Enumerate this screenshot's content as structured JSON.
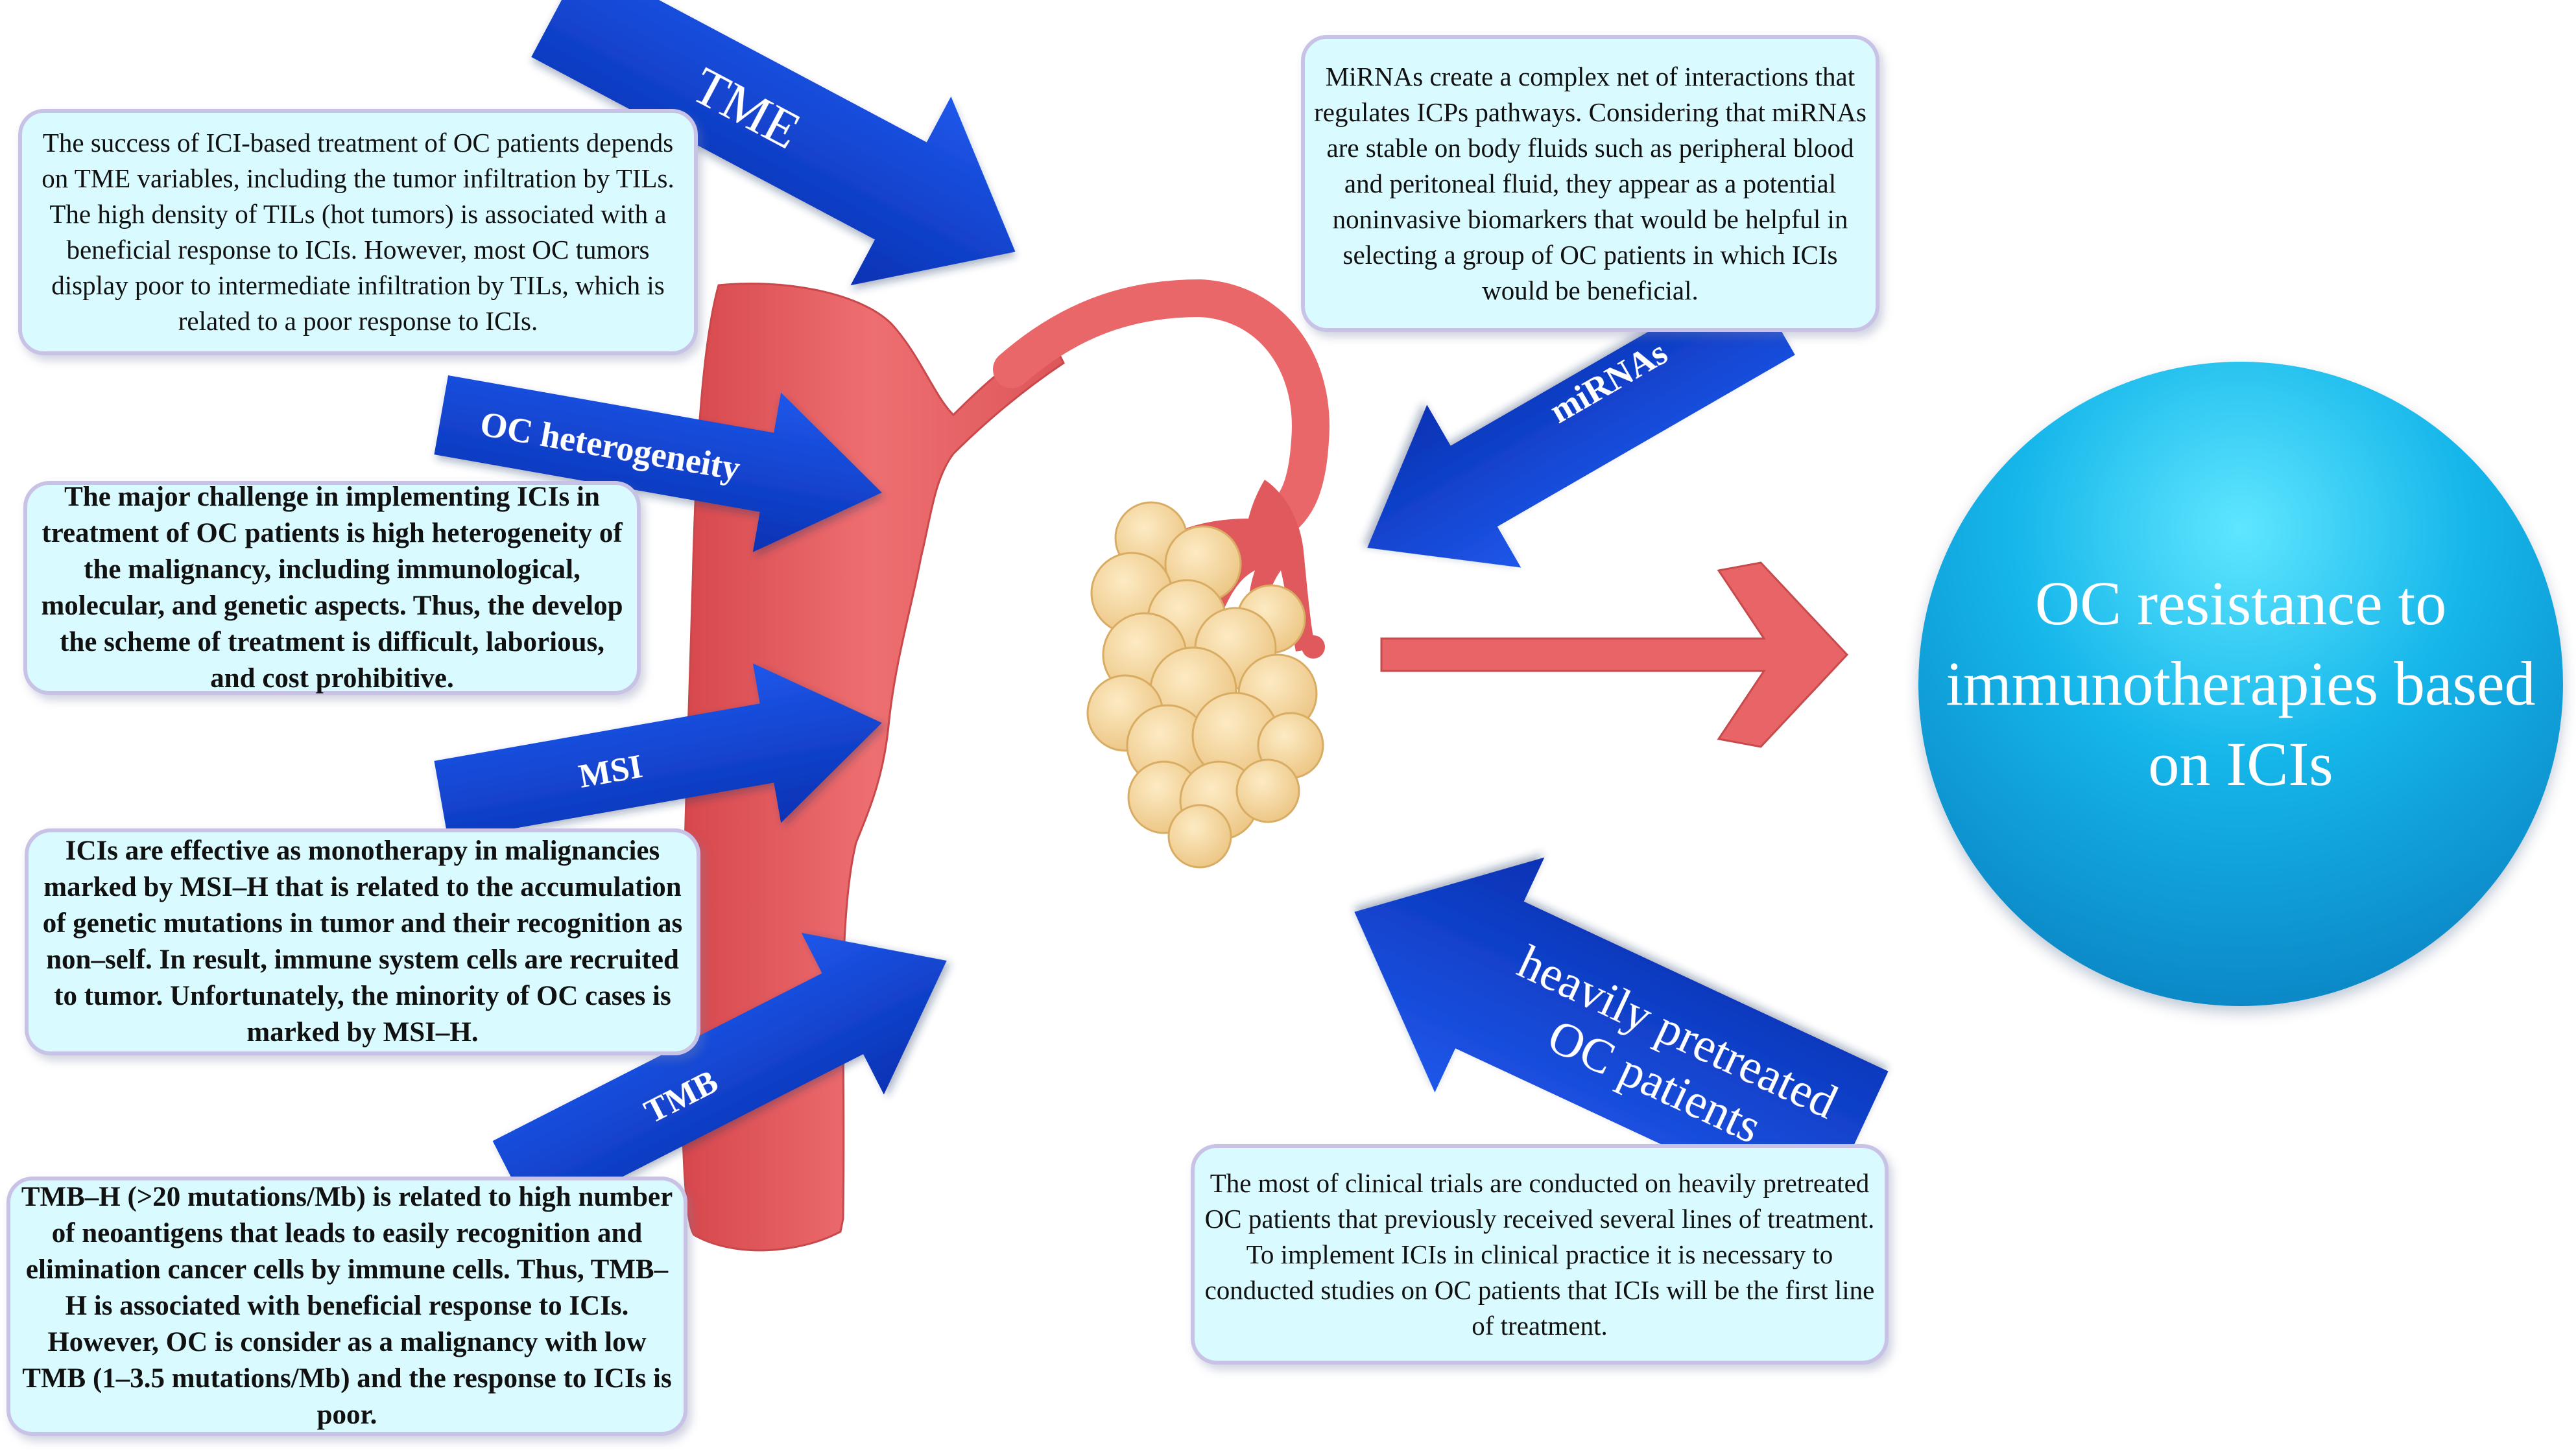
{
  "arrows": {
    "tme": "TME",
    "heterogeneity": "OC heterogeneity",
    "msi": "MSI",
    "tmb": "TMB",
    "mirnas": "miRNAs",
    "pretreated_line1": "heavily pretreated",
    "pretreated_line2": "OC patients"
  },
  "boxes": {
    "tme": "The success of ICI-based treatment of OC patients depends on TME variables, including the tumor infiltration by TILs. The high density of TILs (hot tumors) is associated with a beneficial response to ICIs. However, most OC tumors display poor to intermediate infiltration by TILs, which is related to a poor response to ICIs.",
    "heterogeneity": "The major challenge in implementing ICIs in treatment of OC patients is high heterogeneity of the malignancy, including immunological, molecular, and genetic aspects. Thus, the develop the scheme of treatment is difficult, laborious, and cost prohibitive.",
    "msi": "ICIs are effective as monotherapy in malignancies marked by MSI–H that is related to the accumulation of genetic mutations in tumor and their recognition as non–self. In result, immune system cells are recruited to tumor. Unfortunately, the minority of OC cases is marked by MSI–H.",
    "tmb": "TMB–H (>20 mutations/Mb) is related to high number of neoantigens that leads to easily recognition and elimination cancer cells by immune cells. Thus, TMB–H is associated with beneficial response to ICIs. However, OC is consider as a malignancy with low TMB (1–3.5 mutations/Mb) and the response to ICIs is poor.",
    "mirnas": "MiRNAs create a complex net of interactions that regulates ICPs pathways. Considering that miRNAs are stable on body fluids such as peripheral blood and peritoneal fluid, they appear as a potential noninvasive biomarkers that would be helpful in selecting a group of OC patients in which ICIs would be beneficial.",
    "pretreated": "The most of clinical trials are conducted on heavily pretreated OC patients that previously received several lines of treatment. To implement ICIs in clinical practice it is necessary to conducted studies on OC patients that ICIs will be the first line of treatment."
  },
  "result": {
    "text": "OC resistance to immunotherapies based on ICIs"
  },
  "colors": {
    "arrow_blue": "#0a3fd1",
    "organ_red": "#ea6769",
    "follicle_yellow": "#f5d79c",
    "box_fill": "#d9fbff",
    "box_border": "#c8c3e6",
    "circle_blue": "#17aee3"
  }
}
